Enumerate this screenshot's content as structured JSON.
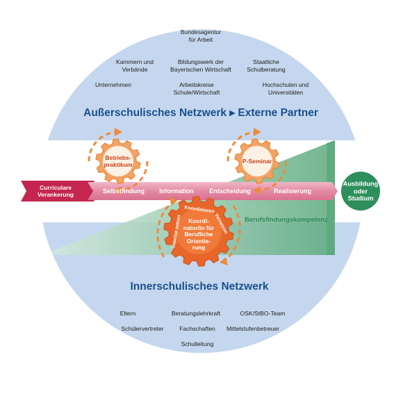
{
  "outer": {
    "heading": "Außerschulisches Netzwerk ▸ Externe Partner",
    "partners": [
      "Bundesagentur\nfür Arbeit",
      "Kammern und\nVerbände",
      "Bildungswerk der\nBayerischen Wirtschaft",
      "Staatliche\nSchulberatung",
      "Unternehmen",
      "Arbeitskreise\nSchule/Wirtschaft",
      "Hochschulen und\nUniversitäten"
    ]
  },
  "inner": {
    "heading": "Innerschulisches Netzwerk",
    "members": [
      "Eltern",
      "Beratungslehrkraft",
      "OSK/StBO-Team",
      "Schülervertreter",
      "Fachschaften",
      "Mittelstufenbetreuer",
      "Schulleitung"
    ]
  },
  "process": {
    "start": "Curriculare\nVerankerung",
    "steps": [
      "Selbstfindung",
      "Information",
      "Entscheidung",
      "Realisierung"
    ],
    "goal": "Ausbildung\noder\nStudium"
  },
  "gears": {
    "left": "Betriebs-\npraktikum",
    "right": "P-Seminar",
    "center": "Koordi-\nnator/in für\nBerufliche\nOrientie-\nrung",
    "ring_top": "Koordinieren",
    "ring_left": "Impulse setzen",
    "ring_right": "Vernetzen"
  },
  "competence": "Berufsfindungskompetenz",
  "colors": {
    "circle": "#c5d7ee",
    "green": "#5aa97c",
    "orange": "#ee8a3a",
    "orange_dark": "#e8662a",
    "pink": "#e38ba4",
    "crimson": "#c4264f",
    "goal": "#2f8f5c",
    "heading": "#1a4f8f"
  }
}
